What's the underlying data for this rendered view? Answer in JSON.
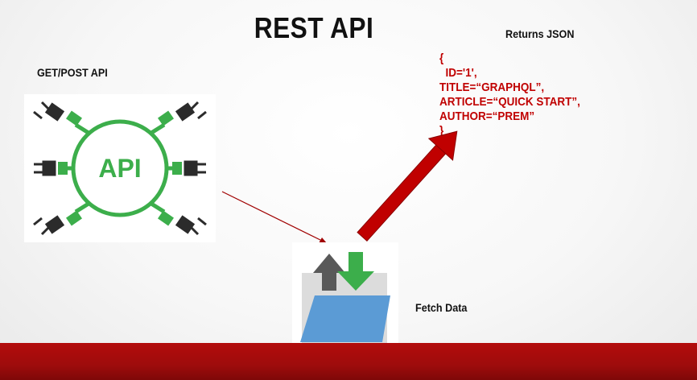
{
  "slide": {
    "title": "REST API",
    "left_label": "GET/POST API",
    "right_label": "Returns JSON",
    "fetch_label": "Fetch Data",
    "api_icon_text": "API",
    "json_lines": [
      "{",
      "  ID='1',",
      "TITLE=“GRAPHQL”,",
      "ARTICLE=“QUICK START”,",
      "AUTHOR=“PREM”",
      "}"
    ]
  },
  "colors": {
    "accent_red": "#c00000",
    "api_green": "#3cae4b",
    "plug_dark": "#2b2b2b",
    "folder_blue": "#5b9bd5",
    "arrow_gray": "#595959",
    "arrow_green": "#3cae4b",
    "band_red": "#a80d0d"
  },
  "icons": [
    "api-plugs-icon",
    "folder-transfer-icon",
    "arrow-right-icon",
    "big-red-arrow-icon"
  ]
}
